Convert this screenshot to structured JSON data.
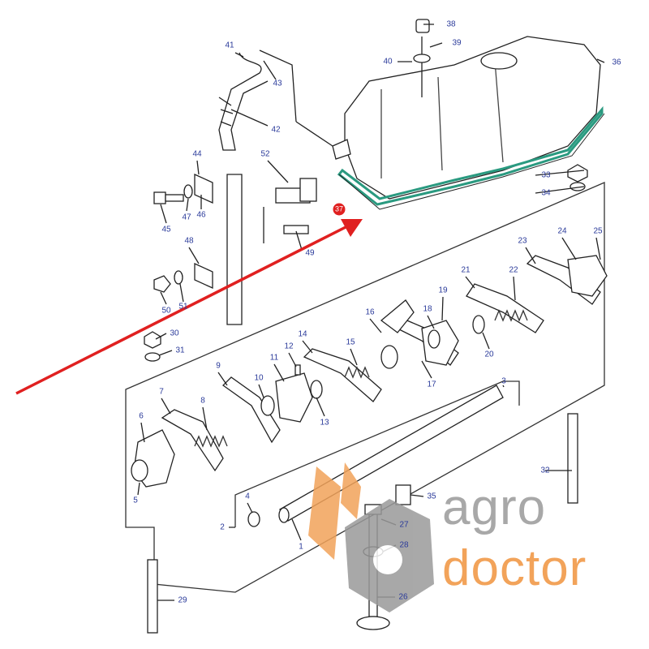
{
  "title": "Rocker arm assembly and valve cover exploded parts diagram",
  "highlighted_part": "37",
  "colors": {
    "highlight": "#e02020",
    "gasket": "#2a9a80",
    "labels": "#2a3a9a",
    "watermark_gray": "#a8a8a8",
    "watermark_orange": "#f2a35a"
  },
  "watermark": {
    "word1": "agro",
    "word2": "doctor"
  },
  "labels": [
    "38",
    "39",
    "40",
    "36",
    "41",
    "43",
    "42",
    "44",
    "52",
    "47",
    "46",
    "45",
    "33",
    "34",
    "37",
    "49",
    "48",
    "23",
    "24",
    "25",
    "50",
    "51",
    "30",
    "31",
    "21",
    "22",
    "16",
    "19",
    "18",
    "14",
    "15",
    "12",
    "11",
    "20",
    "17",
    "9",
    "10",
    "7",
    "8",
    "13",
    "6",
    "3",
    "5",
    "32",
    "35",
    "4",
    "2",
    "27",
    "28",
    "1",
    "29",
    "26"
  ]
}
